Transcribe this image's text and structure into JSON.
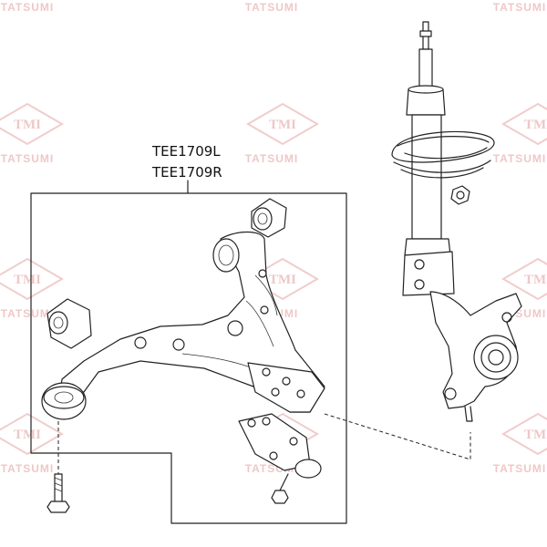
{
  "watermark": {
    "brand_text": "TATSUMI",
    "logo_text": "TMI",
    "color": "#e6a3a3"
  },
  "part_numbers": [
    "TEE1709L",
    "TEE1709R"
  ],
  "line_color": "#222222",
  "background": "#ffffff"
}
